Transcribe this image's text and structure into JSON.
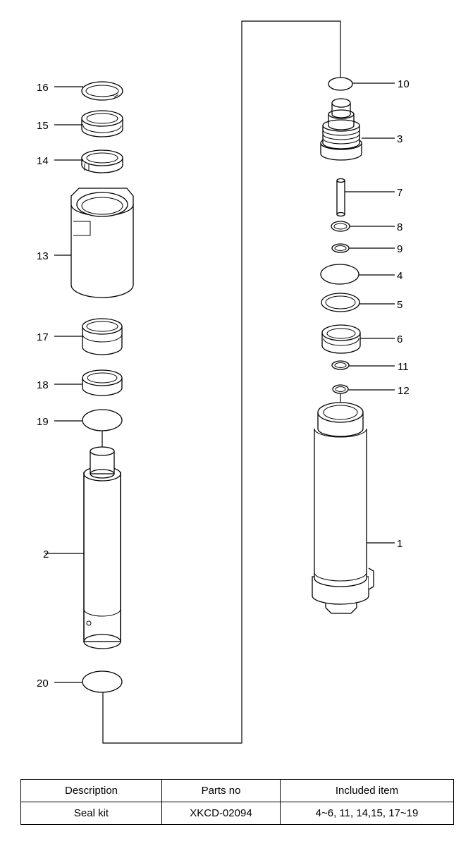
{
  "callouts": {
    "c1": "1",
    "c2": "2",
    "c3": "3",
    "c4": "4",
    "c5": "5",
    "c6": "6",
    "c7": "7",
    "c8": "8",
    "c9": "9",
    "c10": "10",
    "c11": "11",
    "c12": "12",
    "c13": "13",
    "c14": "14",
    "c15": "15",
    "c16": "16",
    "c17": "17",
    "c18": "18",
    "c19": "19",
    "c20": "20"
  },
  "table": {
    "headers": [
      "Description",
      "Parts no",
      "Included item"
    ],
    "rows": [
      [
        "Seal kit",
        "XKCD-02094",
        "4~6, 11, 14,15, 17~19"
      ]
    ]
  }
}
